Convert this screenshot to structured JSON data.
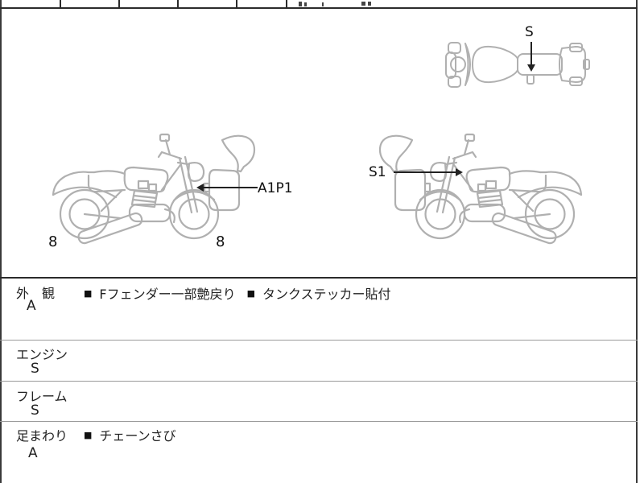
{
  "sheet": {
    "background": "#ffffff",
    "border_color": "#3a3a3a",
    "thin_divider_color": "#9a9a9a",
    "artwork_color": "#b0b0b0",
    "label_color": "#111111"
  },
  "diagram": {
    "top_view_marker": {
      "label": "S"
    },
    "left_bike_marker": {
      "label": "A1P1"
    },
    "right_bike_marker": {
      "label": "S1"
    },
    "tire_values": {
      "rear": "8",
      "front": "8"
    }
  },
  "inspection": {
    "bullet": "■",
    "rows": [
      {
        "category": "外　観",
        "grade": "A",
        "notes": [
          "Fフェンダー一部艶戻り",
          "タンクステッカー貼付"
        ]
      },
      {
        "category": "エンジン",
        "grade": "S",
        "notes": []
      },
      {
        "category": "フレーム",
        "grade": "S",
        "notes": []
      },
      {
        "category": "足まわり",
        "grade": "A",
        "notes": [
          "チェーンさび"
        ]
      }
    ]
  }
}
